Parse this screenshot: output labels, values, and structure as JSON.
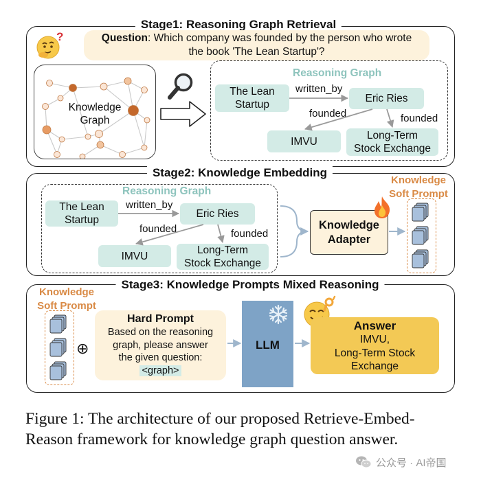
{
  "stage1": {
    "title": "Stage1: Reasoning Graph Retrieval",
    "question_label": "Question",
    "question_line1": ": Which company was founded by the person who wrote",
    "question_line2": "the book 'The Lean Startup'?",
    "kg_label_line1": "Knowledge",
    "kg_label_line2": "Graph"
  },
  "reasoning_graph": {
    "title": "Reasoning Graph",
    "node_lean_line1": "The Lean",
    "node_lean_line2": "Startup",
    "node_eric": "Eric Ries",
    "node_imvu": "IMVU",
    "node_ltse_line1": "Long-Term",
    "node_ltse_line2": "Stock Exchange",
    "edge_written_by": "written_by",
    "edge_founded": "founded"
  },
  "stage2": {
    "title": "Stage2: Knowledge Embedding",
    "adapter_line1": "Knowledge",
    "adapter_line2": "Adapter",
    "soft_prompt_line1": "Knowledge",
    "soft_prompt_line2": "Soft Prompt"
  },
  "stage3": {
    "title": "Stage3: Knowledge Prompts Mixed Reasoning",
    "soft_prompt_line1": "Knowledge",
    "soft_prompt_line2": "Soft Prompt",
    "plus_symbol": "⊕",
    "hard_prompt_title": "Hard Prompt",
    "hard_prompt_line1": "Based on the reasoning",
    "hard_prompt_line2": "graph, please answer",
    "hard_prompt_line3": "the given question:",
    "hard_prompt_graph_tag": "<graph>",
    "llm_label": "LLM",
    "answer_title": "Answer",
    "answer_line1": "IMVU,",
    "answer_line2": "Long-Term Stock",
    "answer_line3": "Exchange"
  },
  "caption": {
    "line1": "Figure 1: The architecture of our proposed Retrieve-Embed-",
    "line2": "Reason framework for knowledge graph question answer."
  },
  "watermark": {
    "text": "公众号 · AI帝国"
  },
  "colors": {
    "node_fill": "#d3ebe6",
    "reasoning_title": "#8ec4bd",
    "accent_orange": "#d98a45",
    "question_bg": "#fdf2dc",
    "hard_prompt_bg": "#fdf2dc",
    "llm_fill": "#7ea3c6",
    "answer_fill": "#f3c955"
  },
  "icons": {
    "thinking": "thinking-face-icon",
    "search": "magnifier-icon",
    "fire": "fire-icon",
    "snowflake": "snowflake-icon",
    "happy": "yummy-face-icon",
    "wechat": "wechat-icon"
  }
}
